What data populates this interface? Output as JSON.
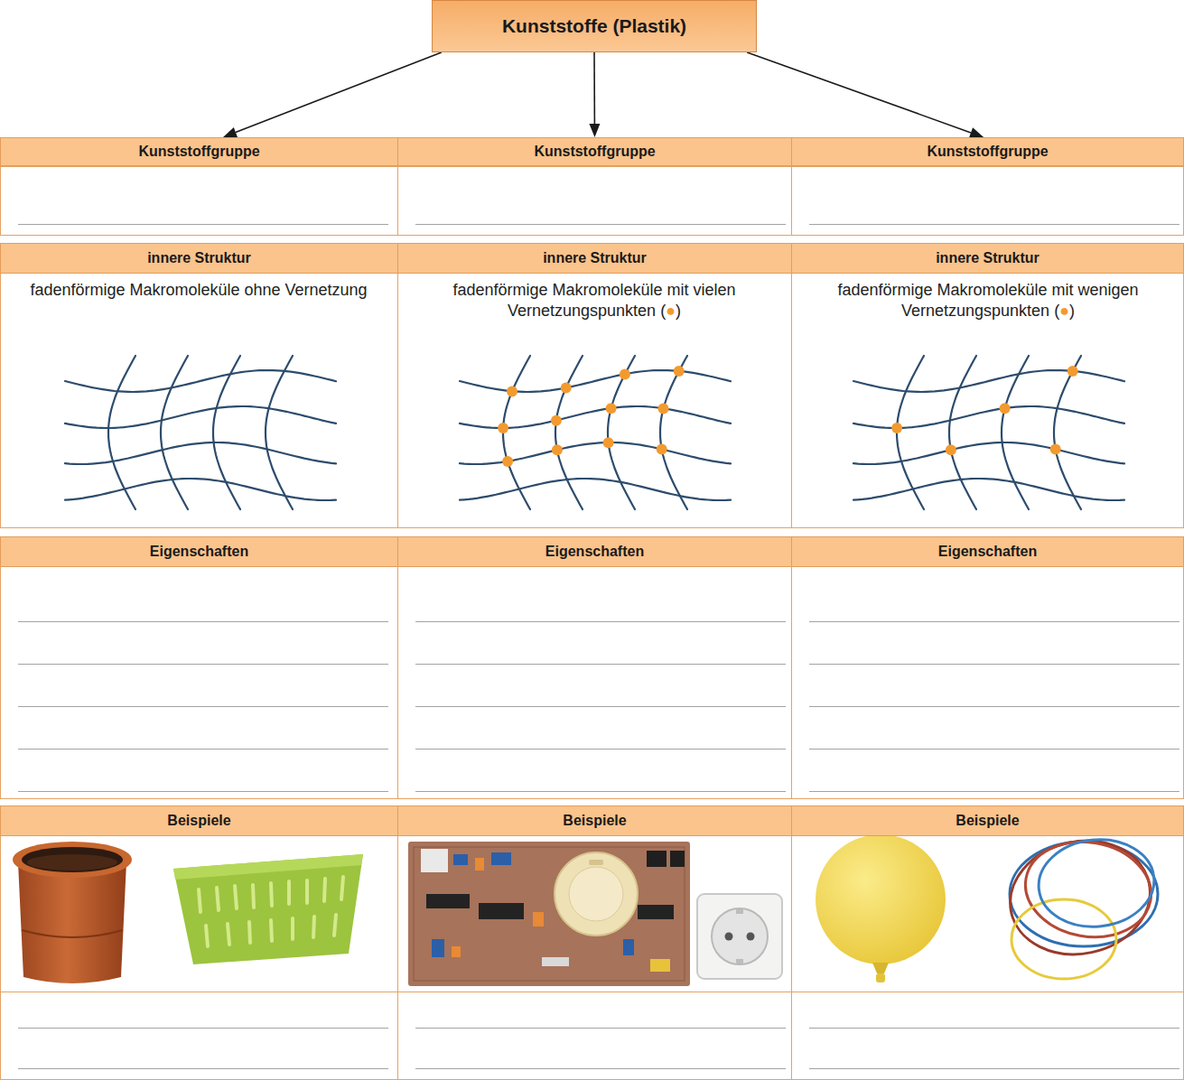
{
  "diagram": {
    "nodes": [
      {
        "text": [
          "Kunststoffe (Plastik)"
        ]
      },
      {
        "text": [
          "Kunststoffgruppe"
        ]
      },
      {
        "text": [
          "Kunststoffgruppe"
        ]
      },
      {
        "text": [
          "Kunststoffgruppe"
        ]
      },
      {
        "text": [
          "innere Struktur"
        ]
      },
      {
        "text": [
          "innere Struktur"
        ]
      },
      {
        "text": [
          "innere Struktur"
        ]
      },
      {
        "text": [
          "Eigenschaften"
        ]
      },
      {
        "text": [
          "Eigenschaften"
        ]
      },
      {
        "text": [
          "Eigenschaften"
        ]
      },
      {
        "text": [
          "Beispiele"
        ]
      },
      {
        "text": [
          "Beispiele"
        ]
      },
      {
        "text": [
          "Beispiele"
        ]
      }
    ],
    "edges": [
      {
        "from": 0,
        "to": 1,
        "arrow": "to"
      },
      {
        "from": 0,
        "to": 2,
        "arrow": "to"
      },
      {
        "from": 0,
        "to": 3,
        "arrow": "to"
      }
    ],
    "labels": [
      "fadenförmige Makromoleküle ohne Vernetzung",
      "fadenförmige Makromoleküle mit vielen Vernetzungspunkten (●)",
      "fadenförmige Makromoleküle mit wenigen Vernetzungspunkten (●)"
    ]
  }
}
